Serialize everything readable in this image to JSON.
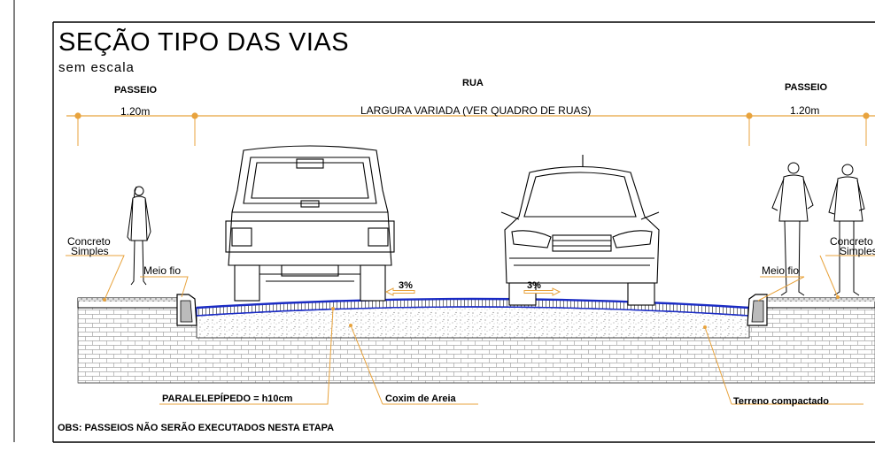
{
  "title": "SEÇÃO TIPO DAS VIAS",
  "subtitle": "sem escala",
  "labels": {
    "passeio_left": "PASSEIO",
    "rua": "RUA",
    "passeio_right": "PASSEIO",
    "width_left": "1.20m",
    "width_road": "LARGURA VARIADA (VER QUADRO DE RUAS)",
    "width_right": "1.20m",
    "concreto_left_1": "Concreto",
    "concreto_left_2": "Simples",
    "concreto_right_1": "Concreto",
    "concreto_right_2": "Simples",
    "meio_fio_left": "Meio fio",
    "meio_fio_right": "Meio fio",
    "slope_left": "3%",
    "slope_right": "3%",
    "paralelepipedo": "PARALELEPÍPEDO = h10cm",
    "coxim": "Coxim de Areia",
    "terreno": "Terreno compactado",
    "obs": "OBS: PASSEIOS NÃO SERÃO EXECUTADOS NESTA ETAPA"
  },
  "colors": {
    "dimension": "#e8a33d",
    "pavement": "#1a2bc4",
    "line": "#000000",
    "hatch": "#9a9a9a"
  },
  "icons": [
    "pickup-truck-rear",
    "car-front",
    "woman-figure",
    "man-figure"
  ]
}
